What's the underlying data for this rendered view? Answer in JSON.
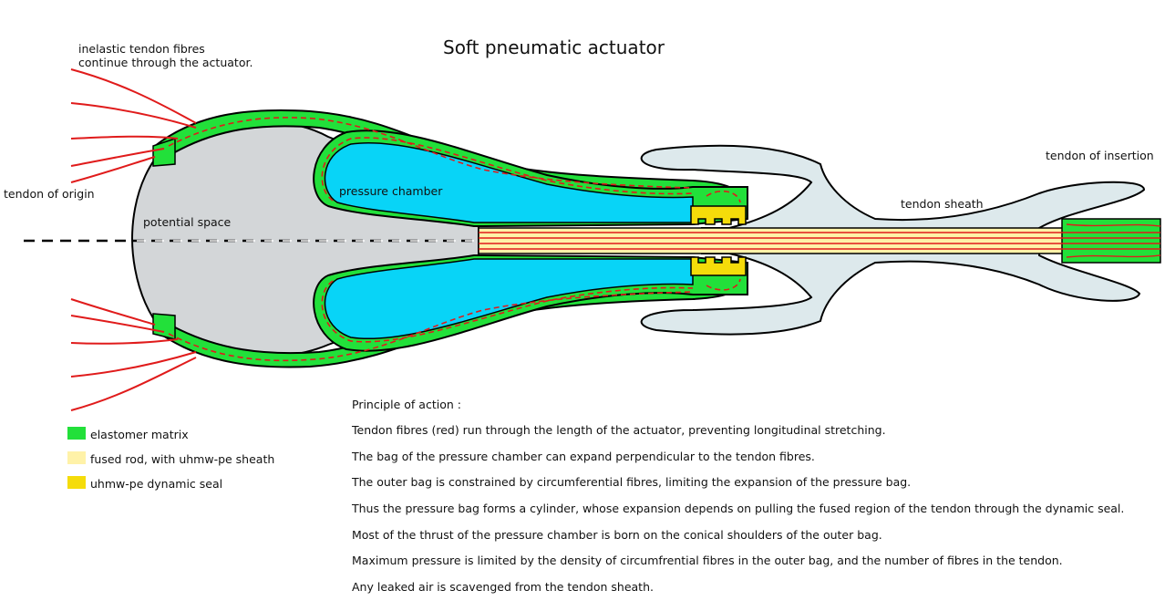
{
  "title": "Soft pneumatic actuator",
  "labels": {
    "fibres_line1": "inelastic  tendon fibres",
    "fibres_line2": "continue through the  actuator.",
    "tendon_origin": "tendon of origin",
    "tendon_insertion": "tendon of insertion",
    "pressure_chamber": "pressure chamber",
    "potential_space": "potential space",
    "tendon_sheath": "tendon sheath"
  },
  "legend": [
    {
      "label": "elastomer matrix",
      "color": "#22e03a"
    },
    {
      "label": "fused rod, with uhmw-pe sheath",
      "color": "#fff2a8"
    },
    {
      "label": "uhmw-pe dynamic seal",
      "color": "#f5dc0a"
    }
  ],
  "principles": {
    "heading": "Principle of action :",
    "lines": [
      "Tendon fibres (red) run through the length of the actuator, preventing longitudinal stretching.",
      "The bag of the pressure chamber can expand perpendicular to the tendon fibres.",
      "The outer bag is constrained by circumferential fibres, limiting the expansion of the pressure bag.",
      "Thus the pressure bag forms a cylinder, whose expansion depends on pulling the fused region of the tendon through the dynamic seal.",
      "Most of the thrust of the pressure chamber is born on the conical shoulders of the outer bag.",
      "Maximum pressure is limited by the density of circumfrential fibres in the outer bag, and the number of fibres in the tendon.",
      "Any leaked air is scavenged from the tendon sheath."
    ]
  },
  "colors": {
    "elastomer": "#22e03a",
    "fibre": "#e01b1b",
    "chamber": "#08d4f7",
    "potential_space": "#d3d6d8",
    "sheath": "#dde9ec",
    "rod": "#fff2a8",
    "seal": "#f5dc0a"
  }
}
